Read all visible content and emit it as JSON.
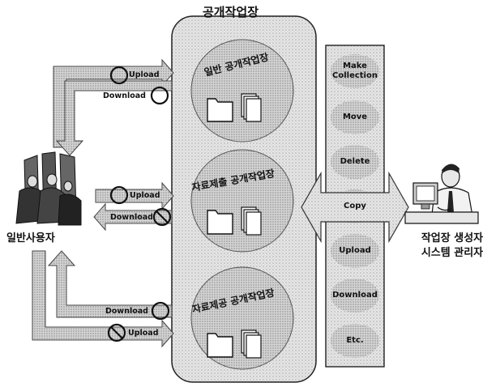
{
  "title": "공개작업장",
  "general_user_label": "일반사용자",
  "admin_label_line1": "작업장 생성자",
  "admin_label_line2": "시스템 관리자",
  "workspaces": [
    {
      "name": "일반 공개작업장",
      "upload": "Upload",
      "upload_allowed": true,
      "download": "Download",
      "download_allowed": true
    },
    {
      "name": "자료제출 공개작업장",
      "upload": "Upload",
      "upload_allowed": true,
      "download": "Download",
      "download_allowed": false
    },
    {
      "name": "자료제공 공개작업장",
      "upload": "Upload",
      "upload_allowed": false,
      "download": "Download",
      "download_allowed": true
    }
  ],
  "admin_operations": [
    "Make Collection",
    "Move",
    "Delete",
    "Copy",
    "Upload",
    "Download",
    "Etc."
  ],
  "icons": [
    "folder-icon",
    "documents-icon",
    "allowed-circle-icon",
    "prohibited-icon",
    "users-icon",
    "admin-person-icon"
  ]
}
